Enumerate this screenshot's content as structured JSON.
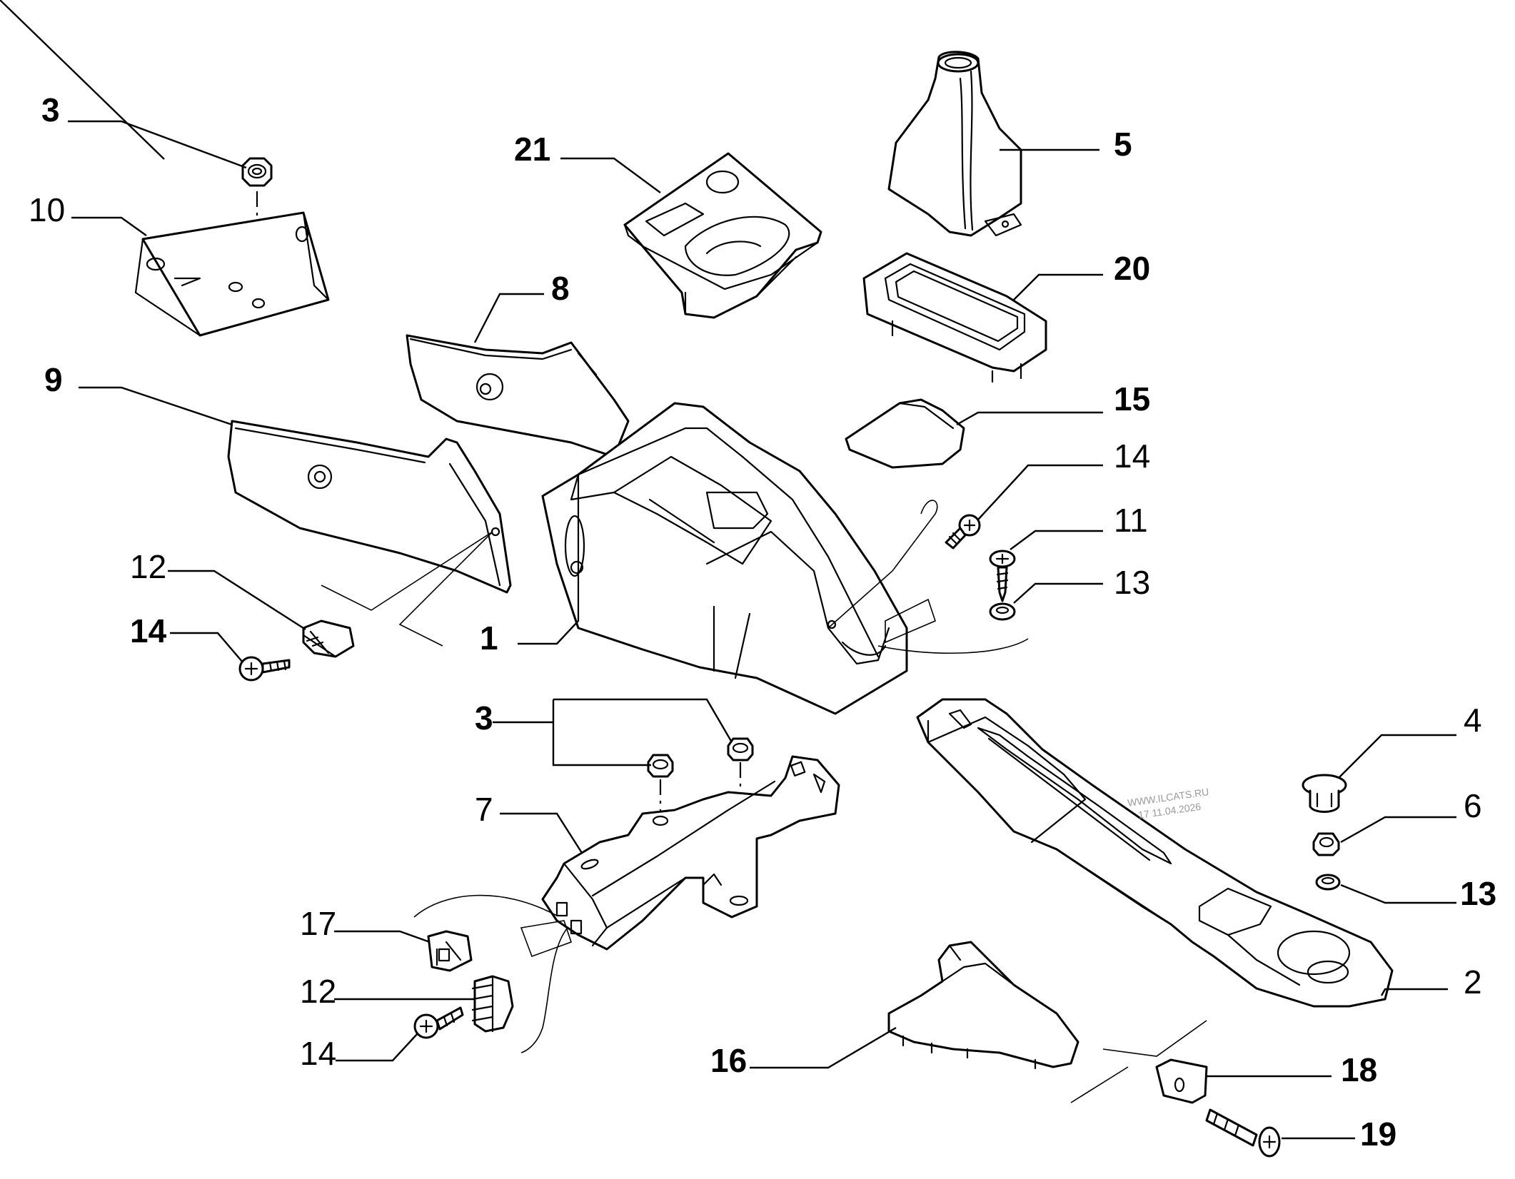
{
  "callouts": {
    "c1": "1",
    "c2": "2",
    "c3_top": "3",
    "c3_mid": "3",
    "c4": "4",
    "c5": "5",
    "c6": "6",
    "c7": "7",
    "c8": "8",
    "c9": "9",
    "c10": "10",
    "c11": "11",
    "c12_upper": "12",
    "c12_lower": "12",
    "c13_upper": "13",
    "c13_lower": "13",
    "c14_upper_left": "14",
    "c14_upper_right": "14",
    "c14_lower": "14",
    "c15": "15",
    "c16": "16",
    "c17": "17",
    "c18": "18",
    "c19": "19",
    "c20": "20",
    "c21": "21"
  },
  "watermark": {
    "line1": "WWW.ILCATS.RU",
    "line2": "17 11.04.2026"
  }
}
